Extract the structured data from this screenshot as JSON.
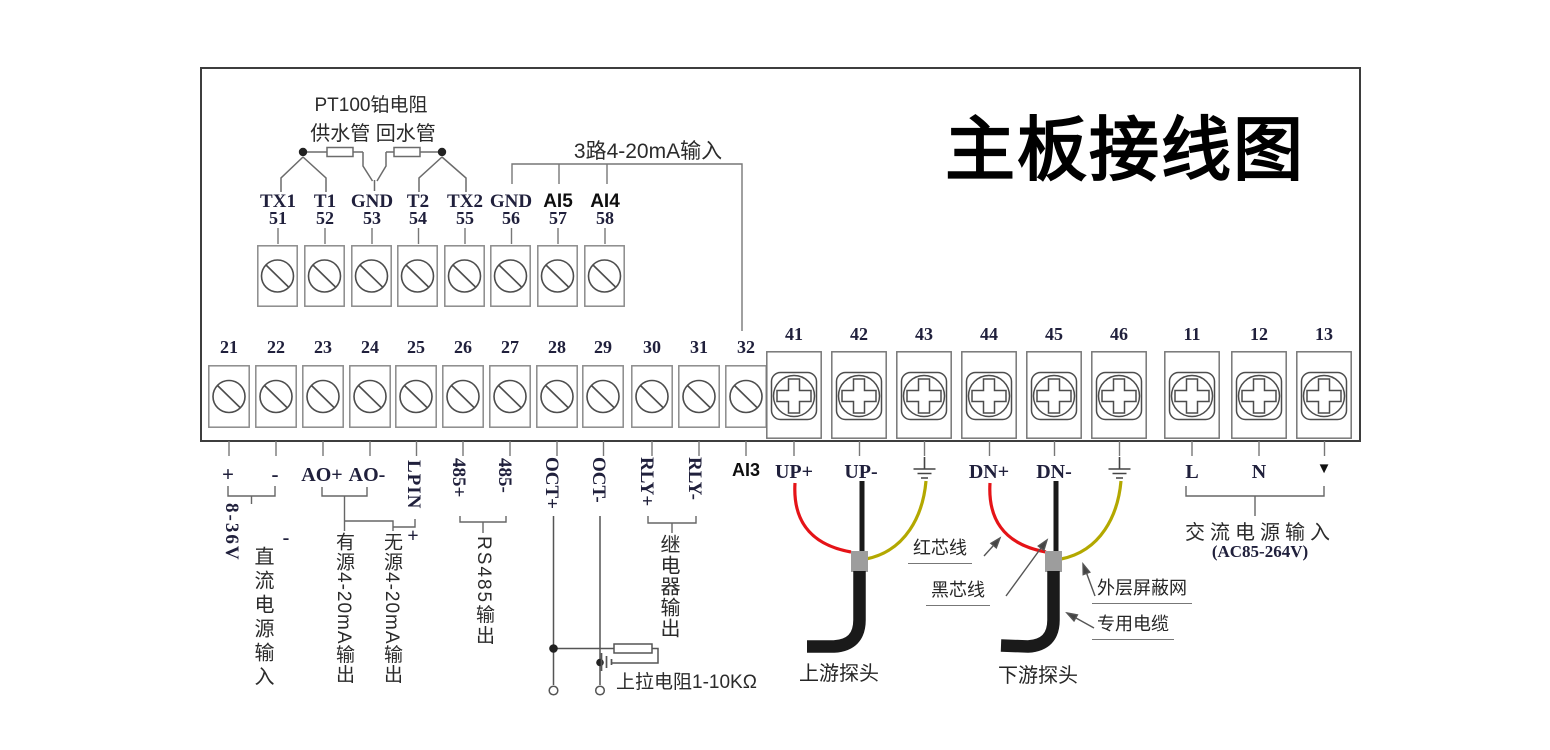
{
  "title": "主板接线图",
  "pt100": {
    "line1": "PT100铂电阻",
    "line2": "供水管 回水管"
  },
  "analog_input_label": "3路4-20mA输入",
  "terminals": {
    "top": [
      {
        "name": "TX1",
        "num": "51"
      },
      {
        "name": "T1",
        "num": "52"
      },
      {
        "name": "GND",
        "num": "53"
      },
      {
        "name": "T2",
        "num": "54"
      },
      {
        "name": "TX2",
        "num": "55"
      },
      {
        "name": "GND",
        "num": "56"
      },
      {
        "name": "AI5",
        "num": "57"
      },
      {
        "name": "AI4",
        "num": "58"
      }
    ],
    "main": [
      {
        "num": "21"
      },
      {
        "num": "22"
      },
      {
        "num": "23"
      },
      {
        "num": "24"
      },
      {
        "num": "25"
      },
      {
        "num": "26"
      },
      {
        "num": "27"
      },
      {
        "num": "28"
      },
      {
        "num": "29"
      },
      {
        "num": "30"
      },
      {
        "num": "31"
      },
      {
        "num": "32"
      }
    ],
    "probe": [
      {
        "num": "41"
      },
      {
        "num": "42"
      },
      {
        "num": "43"
      },
      {
        "num": "44"
      },
      {
        "num": "45"
      },
      {
        "num": "46"
      }
    ],
    "ac": [
      {
        "num": "11"
      },
      {
        "num": "12"
      },
      {
        "num": "13"
      }
    ]
  },
  "io": {
    "plus": "+",
    "minus": "-",
    "ao_plus": "AO+",
    "ao_minus": "AO-",
    "lpin": "LPIN",
    "r485_plus": "485+",
    "r485_minus": "485-",
    "oct_plus": "OCT+",
    "oct_minus": "OCT-",
    "rly_plus": "RLY+",
    "rly_minus": "RLY-",
    "ai3": "AI3",
    "up_plus": "UP+",
    "up_minus": "UP-",
    "dn_plus": "DN+",
    "dn_minus": "DN-",
    "line": "L",
    "neutral": "N",
    "gnd_mark": "▼"
  },
  "annotations": {
    "dc_voltage": "8-36V",
    "dc_power": "直流电源输入",
    "active_sign": "-",
    "active_420": "有源4-20mA输出",
    "passive_420": "无源4-20mA输出",
    "passive_sign": "+",
    "rs485_out": "RS485输出",
    "relay_out": "继电器输出",
    "pullup": "上拉电阻1-10KΩ",
    "red_core": "红芯线",
    "black_core": "黑芯线",
    "shield": "外层屏蔽网",
    "cable": "专用电缆",
    "upstream": "上游探头",
    "downstream": "下游探头",
    "ac_power": "交流电源输入",
    "ac_range": "(AC85-264V)"
  },
  "colors": {
    "red_wire": "#e51317",
    "black_wire": "#1a1a1a",
    "shield_wire": "#b3a800",
    "ferrule": "#9d9d9d",
    "line": "#666666"
  }
}
